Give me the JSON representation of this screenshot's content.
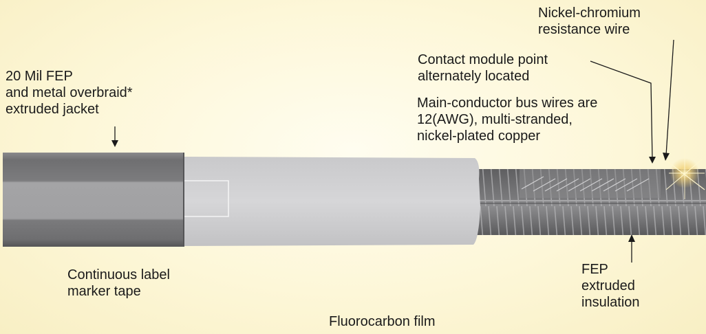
{
  "labels": {
    "jacket": [
      "20 Mil FEP",
      "and metal overbraid*",
      "extruded jacket"
    ],
    "nickel_chromium": [
      "Nickel-chromium",
      "resistance wire"
    ],
    "contact_module": [
      "Contact module point",
      "alternately located"
    ],
    "bus_wires": [
      "Main-conductor bus wires are",
      "12(AWG), multi-stranded,",
      "nickel-plated copper"
    ],
    "marker_tape": [
      "Continuous label",
      "marker tape"
    ],
    "fep_insulation": [
      "FEP",
      "extruded",
      "insulation"
    ],
    "fluorocarbon_film": "Fluorocarbon film"
  }
}
